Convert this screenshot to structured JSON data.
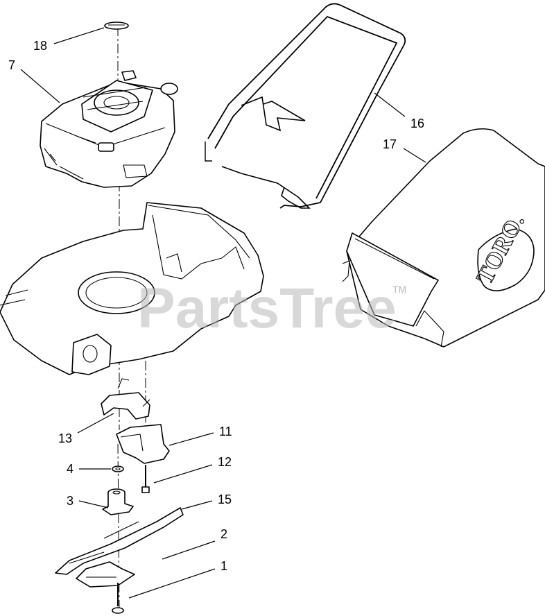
{
  "callouts": [
    {
      "id": "18",
      "label": "18"
    },
    {
      "id": "7",
      "label": "7"
    },
    {
      "id": "16",
      "label": "16"
    },
    {
      "id": "17",
      "label": "17"
    },
    {
      "id": "13",
      "label": "13"
    },
    {
      "id": "11",
      "label": "11"
    },
    {
      "id": "4",
      "label": "4"
    },
    {
      "id": "12",
      "label": "12"
    },
    {
      "id": "3",
      "label": "3"
    },
    {
      "id": "15",
      "label": "15"
    },
    {
      "id": "2",
      "label": "2"
    },
    {
      "id": "1",
      "label": "1"
    }
  ],
  "watermark": {
    "text": "PartsTree",
    "trademark": "TM"
  },
  "bag_logo": "TORO."
}
